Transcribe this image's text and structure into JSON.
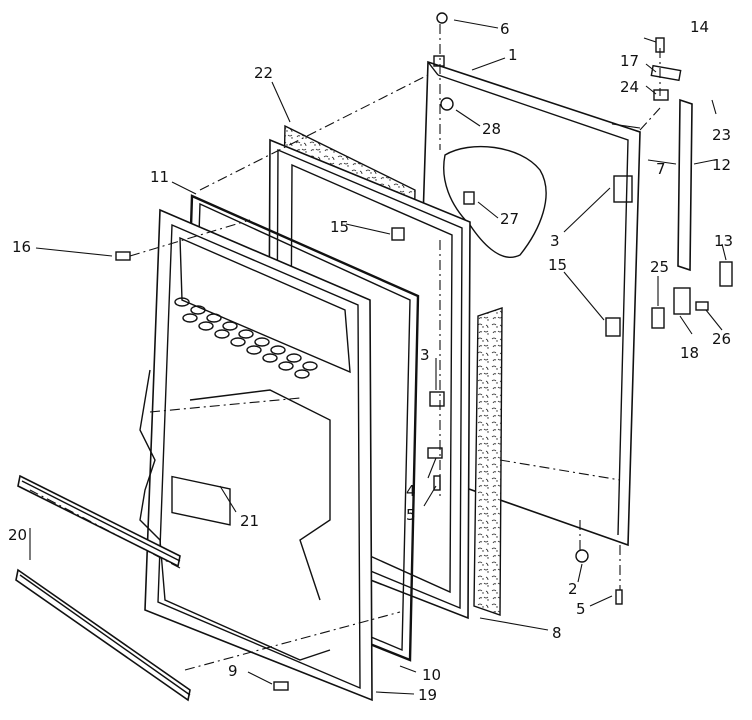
{
  "diagram": {
    "callouts": [
      {
        "id": "1",
        "text": "1"
      },
      {
        "id": "2",
        "text": "2"
      },
      {
        "id": "3a",
        "text": "3"
      },
      {
        "id": "3b",
        "text": "3"
      },
      {
        "id": "4",
        "text": "4"
      },
      {
        "id": "5a",
        "text": "5"
      },
      {
        "id": "5b",
        "text": "5"
      },
      {
        "id": "6",
        "text": "6"
      },
      {
        "id": "7",
        "text": "7"
      },
      {
        "id": "8",
        "text": "8"
      },
      {
        "id": "9",
        "text": "9"
      },
      {
        "id": "10",
        "text": "10"
      },
      {
        "id": "11",
        "text": "11"
      },
      {
        "id": "12",
        "text": "12"
      },
      {
        "id": "13",
        "text": "13"
      },
      {
        "id": "14",
        "text": "14"
      },
      {
        "id": "15a",
        "text": "15"
      },
      {
        "id": "15b",
        "text": "15"
      },
      {
        "id": "16",
        "text": "16"
      },
      {
        "id": "17",
        "text": "17"
      },
      {
        "id": "18",
        "text": "18"
      },
      {
        "id": "19",
        "text": "19"
      },
      {
        "id": "20",
        "text": "20"
      },
      {
        "id": "21",
        "text": "21"
      },
      {
        "id": "22",
        "text": "22"
      },
      {
        "id": "23",
        "text": "23"
      },
      {
        "id": "24",
        "text": "24"
      },
      {
        "id": "25",
        "text": "25"
      },
      {
        "id": "26",
        "text": "26"
      },
      {
        "id": "27",
        "text": "27"
      },
      {
        "id": "28",
        "text": "28"
      }
    ]
  }
}
